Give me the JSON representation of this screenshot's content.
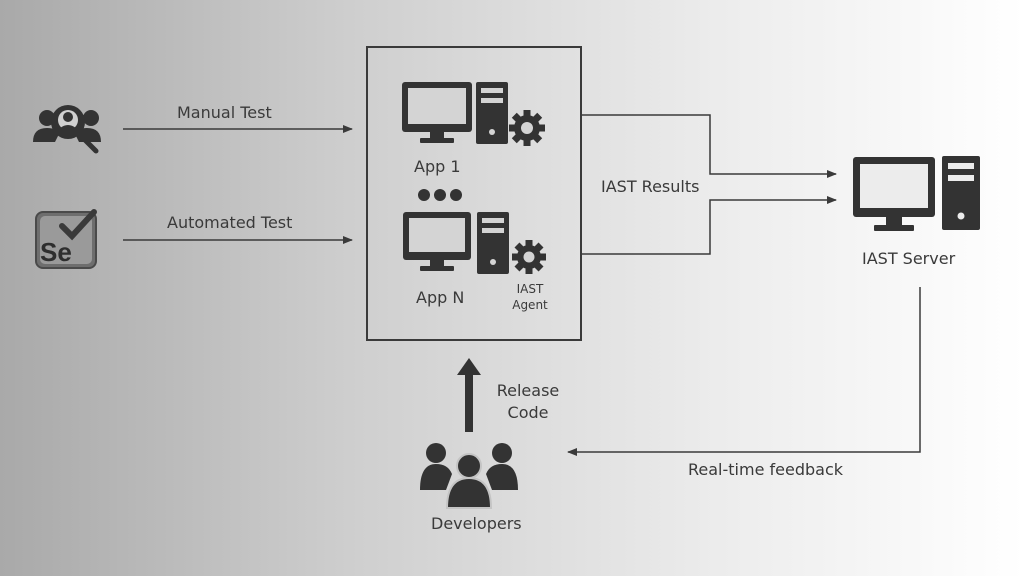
{
  "inputs": {
    "manual_label": "Manual Test",
    "automated_label": "Automated Test",
    "manual_icon": "tester-magnifier-icon",
    "automated_icon": "selenium-logo-icon"
  },
  "app_box": {
    "app1_label": "App 1",
    "appn_label": "App N",
    "agent_label_line1": "IAST",
    "agent_label_line2": "Agent",
    "ellipsis_icon": "ellipsis-dots-icon"
  },
  "results_label": "IAST Results",
  "server": {
    "label": "IAST Server",
    "icon": "server-computer-icon"
  },
  "release": {
    "line1": "Release",
    "line2": "Code"
  },
  "feedback_label": "Real-time feedback",
  "developers": {
    "label": "Developers",
    "icon": "developers-group-icon"
  },
  "colors": {
    "icon": "#3a3a3a",
    "line": "#3a3a3a"
  }
}
